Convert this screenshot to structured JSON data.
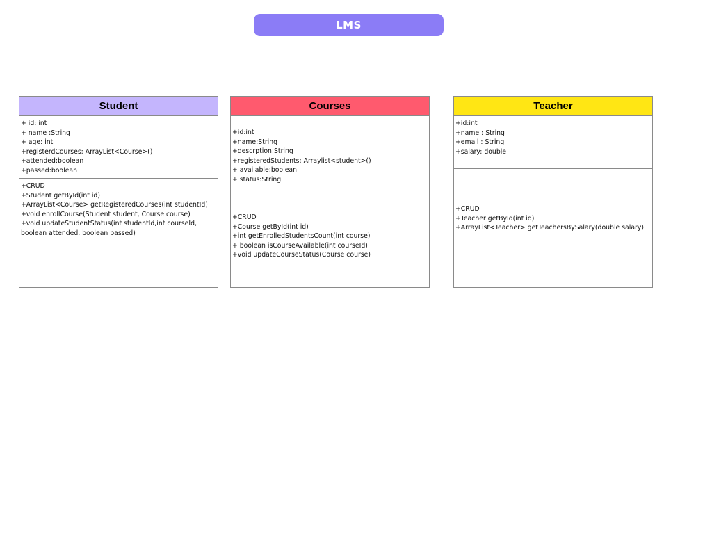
{
  "diagram_title": "LMS",
  "colors": {
    "title_pill": "#8b7cf6",
    "student_header": "#c4b5fd",
    "courses_header": "#ff5a6e",
    "teacher_header": "#ffe614",
    "border": "#8a8a8a"
  },
  "classes": [
    {
      "name": "Student",
      "attributes": [
        "+ id: int",
        "+ name :String",
        "+ age: int",
        "+registerdCourses: ArrayList<Course>()",
        "+attended:boolean",
        "+passed:boolean"
      ],
      "methods": [
        "+CRUD",
        "+Student getById(int id)",
        "+ArrayList<Course> getRegisteredCourses(int studentId)",
        "+void enrollCourse(Student student, Course course)",
        "+void updateStudentStatus(int studentId,int courseId, boolean attended, boolean passed)"
      ]
    },
    {
      "name": "Courses",
      "attributes": [
        "+id:int",
        "+name:String",
        "+descrption:String",
        "+registeredStudents: Arraylist<student>()",
        "+ available:boolean",
        "+ status:String"
      ],
      "methods": [
        "+CRUD",
        "+Course getById(int id)",
        "+int getEnrolledStudentsCount(int course)",
        "+ boolean isCourseAvailable(int courseId)",
        "+void updateCourseStatus(Course course)"
      ]
    },
    {
      "name": "Teacher",
      "attributes": [
        "+id:int",
        "+name : String",
        "+email : String",
        "+salary: double"
      ],
      "methods": [
        "+CRUD",
        "+Teacher getById(int id)",
        "+ArrayList<Teacher> getTeachersBySalary(double salary)"
      ]
    }
  ]
}
